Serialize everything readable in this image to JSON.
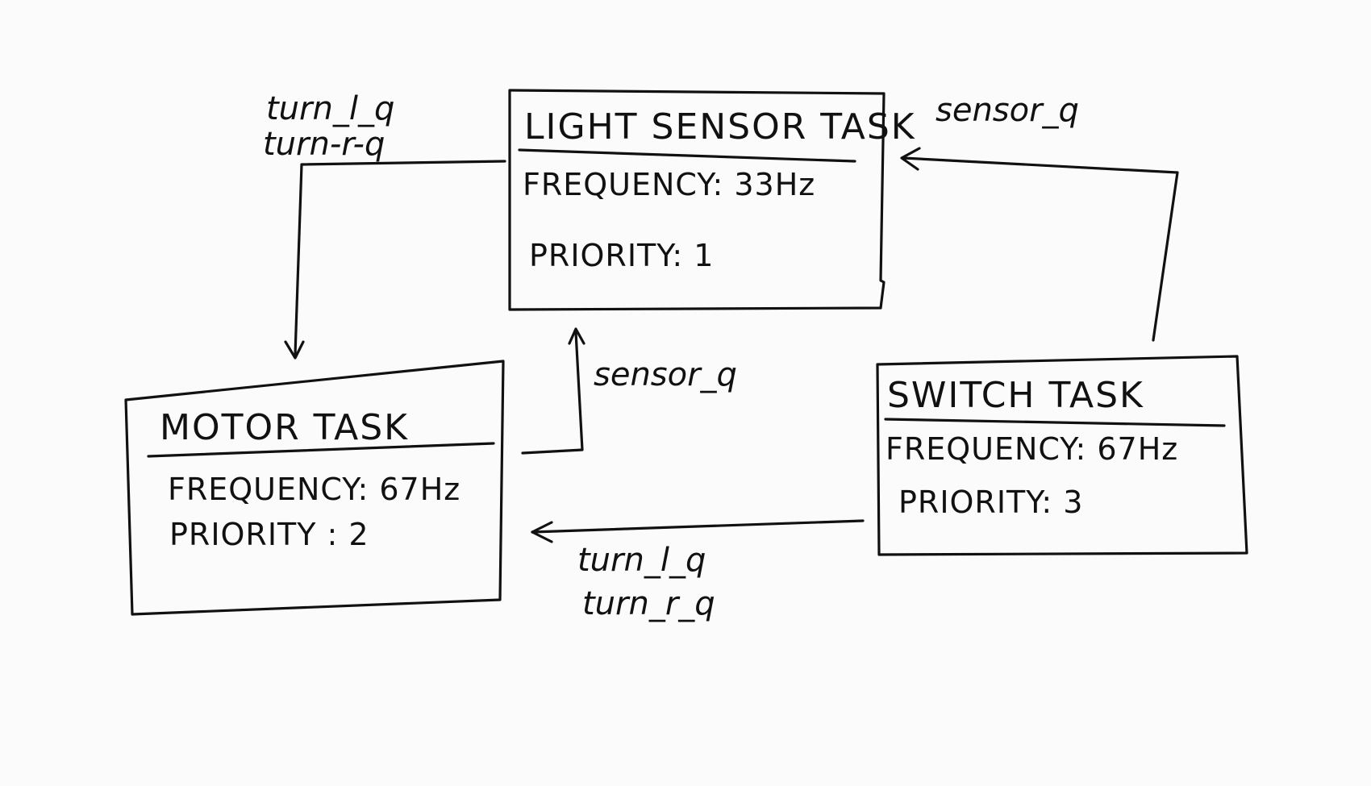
{
  "tasks": {
    "light_sensor": {
      "title": "LIGHT SENSOR TASK",
      "frequency": "FREQUENCY: 33Hz",
      "priority": "PRIORITY: 1"
    },
    "motor": {
      "title": "MOTOR  TASK",
      "frequency": "FREQUENCY: 67Hz",
      "priority": "PRIORITY  : 2"
    },
    "switch": {
      "title": "SWITCH  TASK",
      "frequency": "FREQUENCY: 67Hz",
      "priority": "PRIORITY: 3"
    }
  },
  "edges": {
    "light_to_motor": {
      "line1": "turn_l_q",
      "line2": "turn-r-q"
    },
    "switch_to_light": {
      "line1": "sensor_q"
    },
    "motor_to_light": {
      "line1": "sensor_q"
    },
    "switch_to_motor": {
      "line1": "turn_l_q",
      "line2": "turn_r_q"
    }
  }
}
